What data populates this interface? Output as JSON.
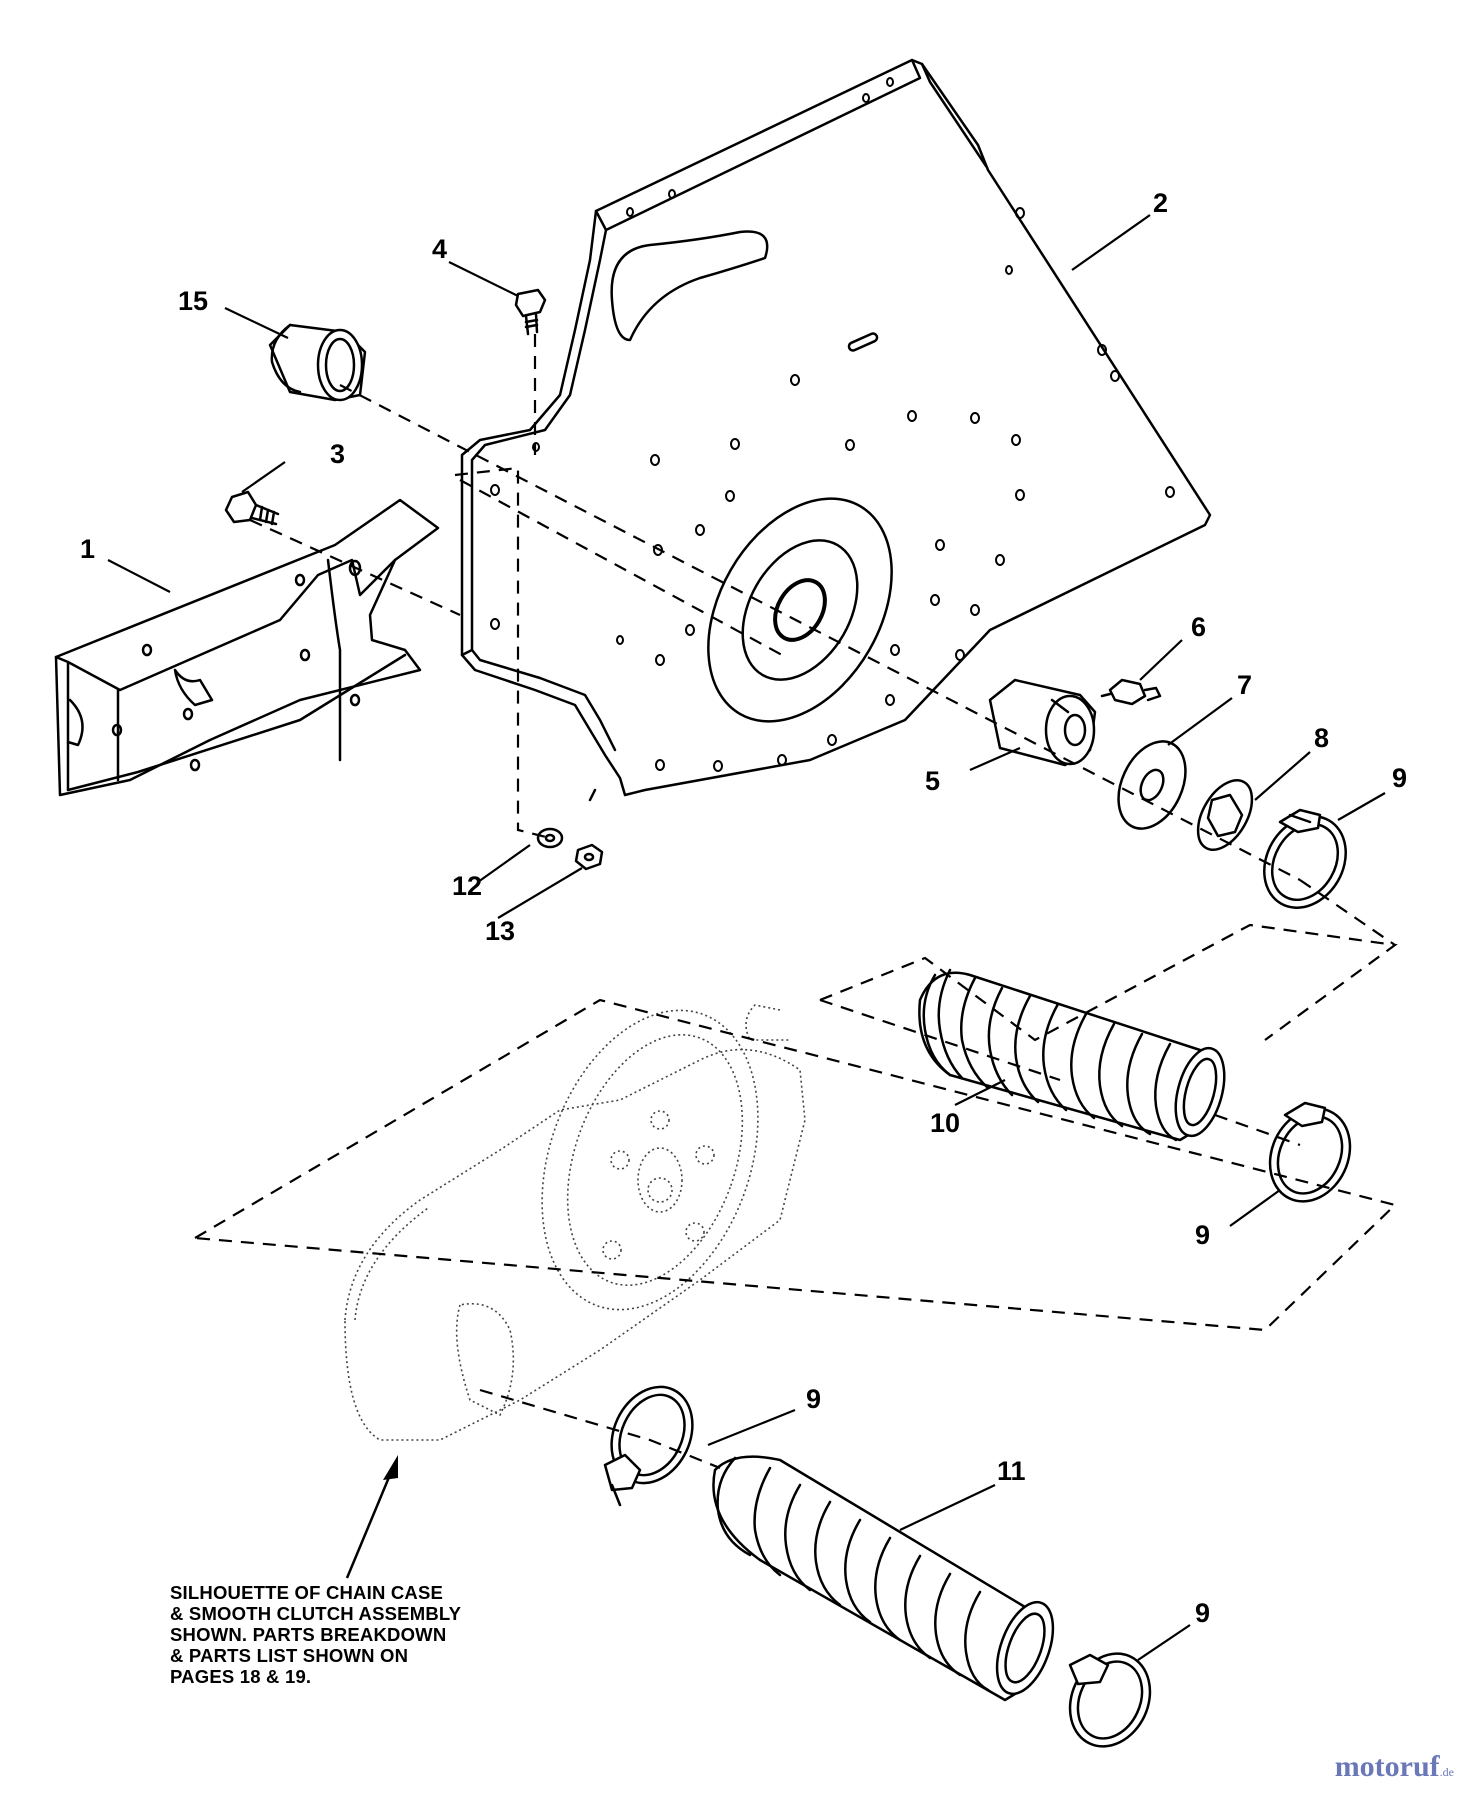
{
  "callouts": [
    {
      "id": "c1",
      "text": "1"
    },
    {
      "id": "c2",
      "text": "2"
    },
    {
      "id": "c3",
      "text": "3"
    },
    {
      "id": "c4",
      "text": "4"
    },
    {
      "id": "c5",
      "text": "5"
    },
    {
      "id": "c6",
      "text": "6"
    },
    {
      "id": "c7",
      "text": "7"
    },
    {
      "id": "c8",
      "text": "8"
    },
    {
      "id": "c9a",
      "text": "9"
    },
    {
      "id": "c9b",
      "text": "9"
    },
    {
      "id": "c9c",
      "text": "9"
    },
    {
      "id": "c9d",
      "text": "9"
    },
    {
      "id": "c10",
      "text": "10"
    },
    {
      "id": "c11",
      "text": "11"
    },
    {
      "id": "c12",
      "text": "12"
    },
    {
      "id": "c13",
      "text": "13"
    },
    {
      "id": "c15",
      "text": "15"
    }
  ],
  "note": {
    "lines": [
      "SILHOUETTE OF CHAIN CASE",
      "& SMOOTH CLUTCH ASSEMBLY",
      "SHOWN. PARTS BREAKDOWN",
      "& PARTS LIST SHOWN ON",
      "PAGES 18 & 19."
    ]
  },
  "watermark": {
    "main": "motoruf",
    "suffix": ".de"
  }
}
